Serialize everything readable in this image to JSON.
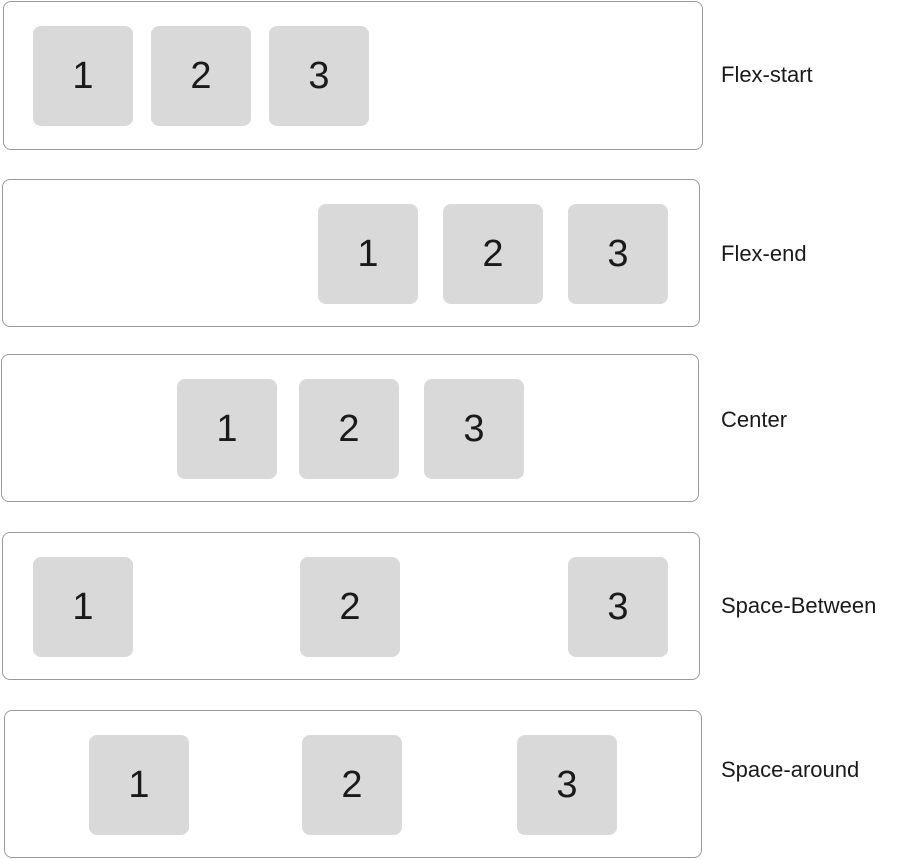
{
  "rows": [
    {
      "label": "Flex-start",
      "boxes": [
        "1",
        "2",
        "3"
      ]
    },
    {
      "label": "Flex-end",
      "boxes": [
        "1",
        "2",
        "3"
      ]
    },
    {
      "label": "Center",
      "boxes": [
        "1",
        "2",
        "3"
      ]
    },
    {
      "label": "Space-Between",
      "boxes": [
        "1",
        "2",
        "3"
      ]
    },
    {
      "label": "Space-around",
      "boxes": [
        "1",
        "2",
        "3"
      ]
    }
  ]
}
